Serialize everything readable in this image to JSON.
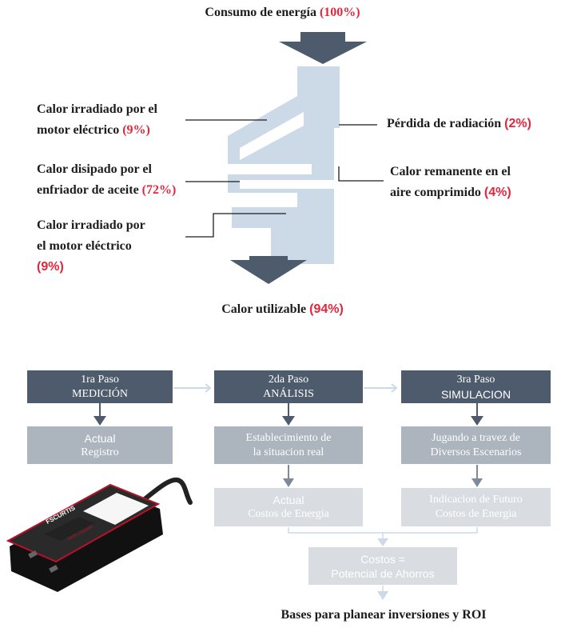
{
  "sankey": {
    "title": {
      "text": "Consumo de energía",
      "pct": "(100%)"
    },
    "bottom": {
      "text": "Calor utilizable",
      "pct": "(94%)"
    },
    "left1": {
      "line1": "Calor irradiado por el",
      "line2": "motor eléctrico",
      "pct": "(9%)"
    },
    "left2": {
      "line1": "Calor disipado por el",
      "line2": "enfriador de aceite",
      "pct": "(72%)"
    },
    "left3": {
      "line1": "Calor irradiado por",
      "line2": "el motor eléctrico",
      "pct": "(9%)"
    },
    "right1": {
      "text": "Pérdida de radiación",
      "pct": "(2%)"
    },
    "right2": {
      "line1": "Calor remanente en el",
      "line2": "aire comprimido",
      "pct": "(4%)"
    }
  },
  "process": {
    "step1": {
      "line1": "1ra Paso",
      "line2": "MEDICIÓN"
    },
    "step2": {
      "line1": "2da Paso",
      "line2": "ANÁLISIS"
    },
    "step3": {
      "line1": "3ra Paso",
      "line2": "SIMULACION"
    },
    "sub1": {
      "line1": "Actual",
      "line2": "Registro"
    },
    "sub2": {
      "line1": "Establecimiento de",
      "line2": "la situacion real"
    },
    "sub3": {
      "line1": "Jugando a travez de",
      "line2": "Diversos Escenarios"
    },
    "res2": {
      "line1": "Actual",
      "line2": "Costos de Energia"
    },
    "res3": {
      "line1": "Indicacion de Futuro",
      "line2": "Costos de Energia"
    },
    "final": {
      "line1": "Costos =",
      "line2": "Potencial de Ahorros"
    },
    "conclusion": "Bases para planear inversiones y ROI"
  },
  "device": {
    "brand": "FSCURTIS",
    "model": "DATA LOGGER"
  },
  "colors": {
    "dark": "#4e5b6d",
    "mid": "#acb4bd",
    "light": "#d9dde2",
    "flow": "#ccdae7",
    "accent": "#e2273c"
  }
}
